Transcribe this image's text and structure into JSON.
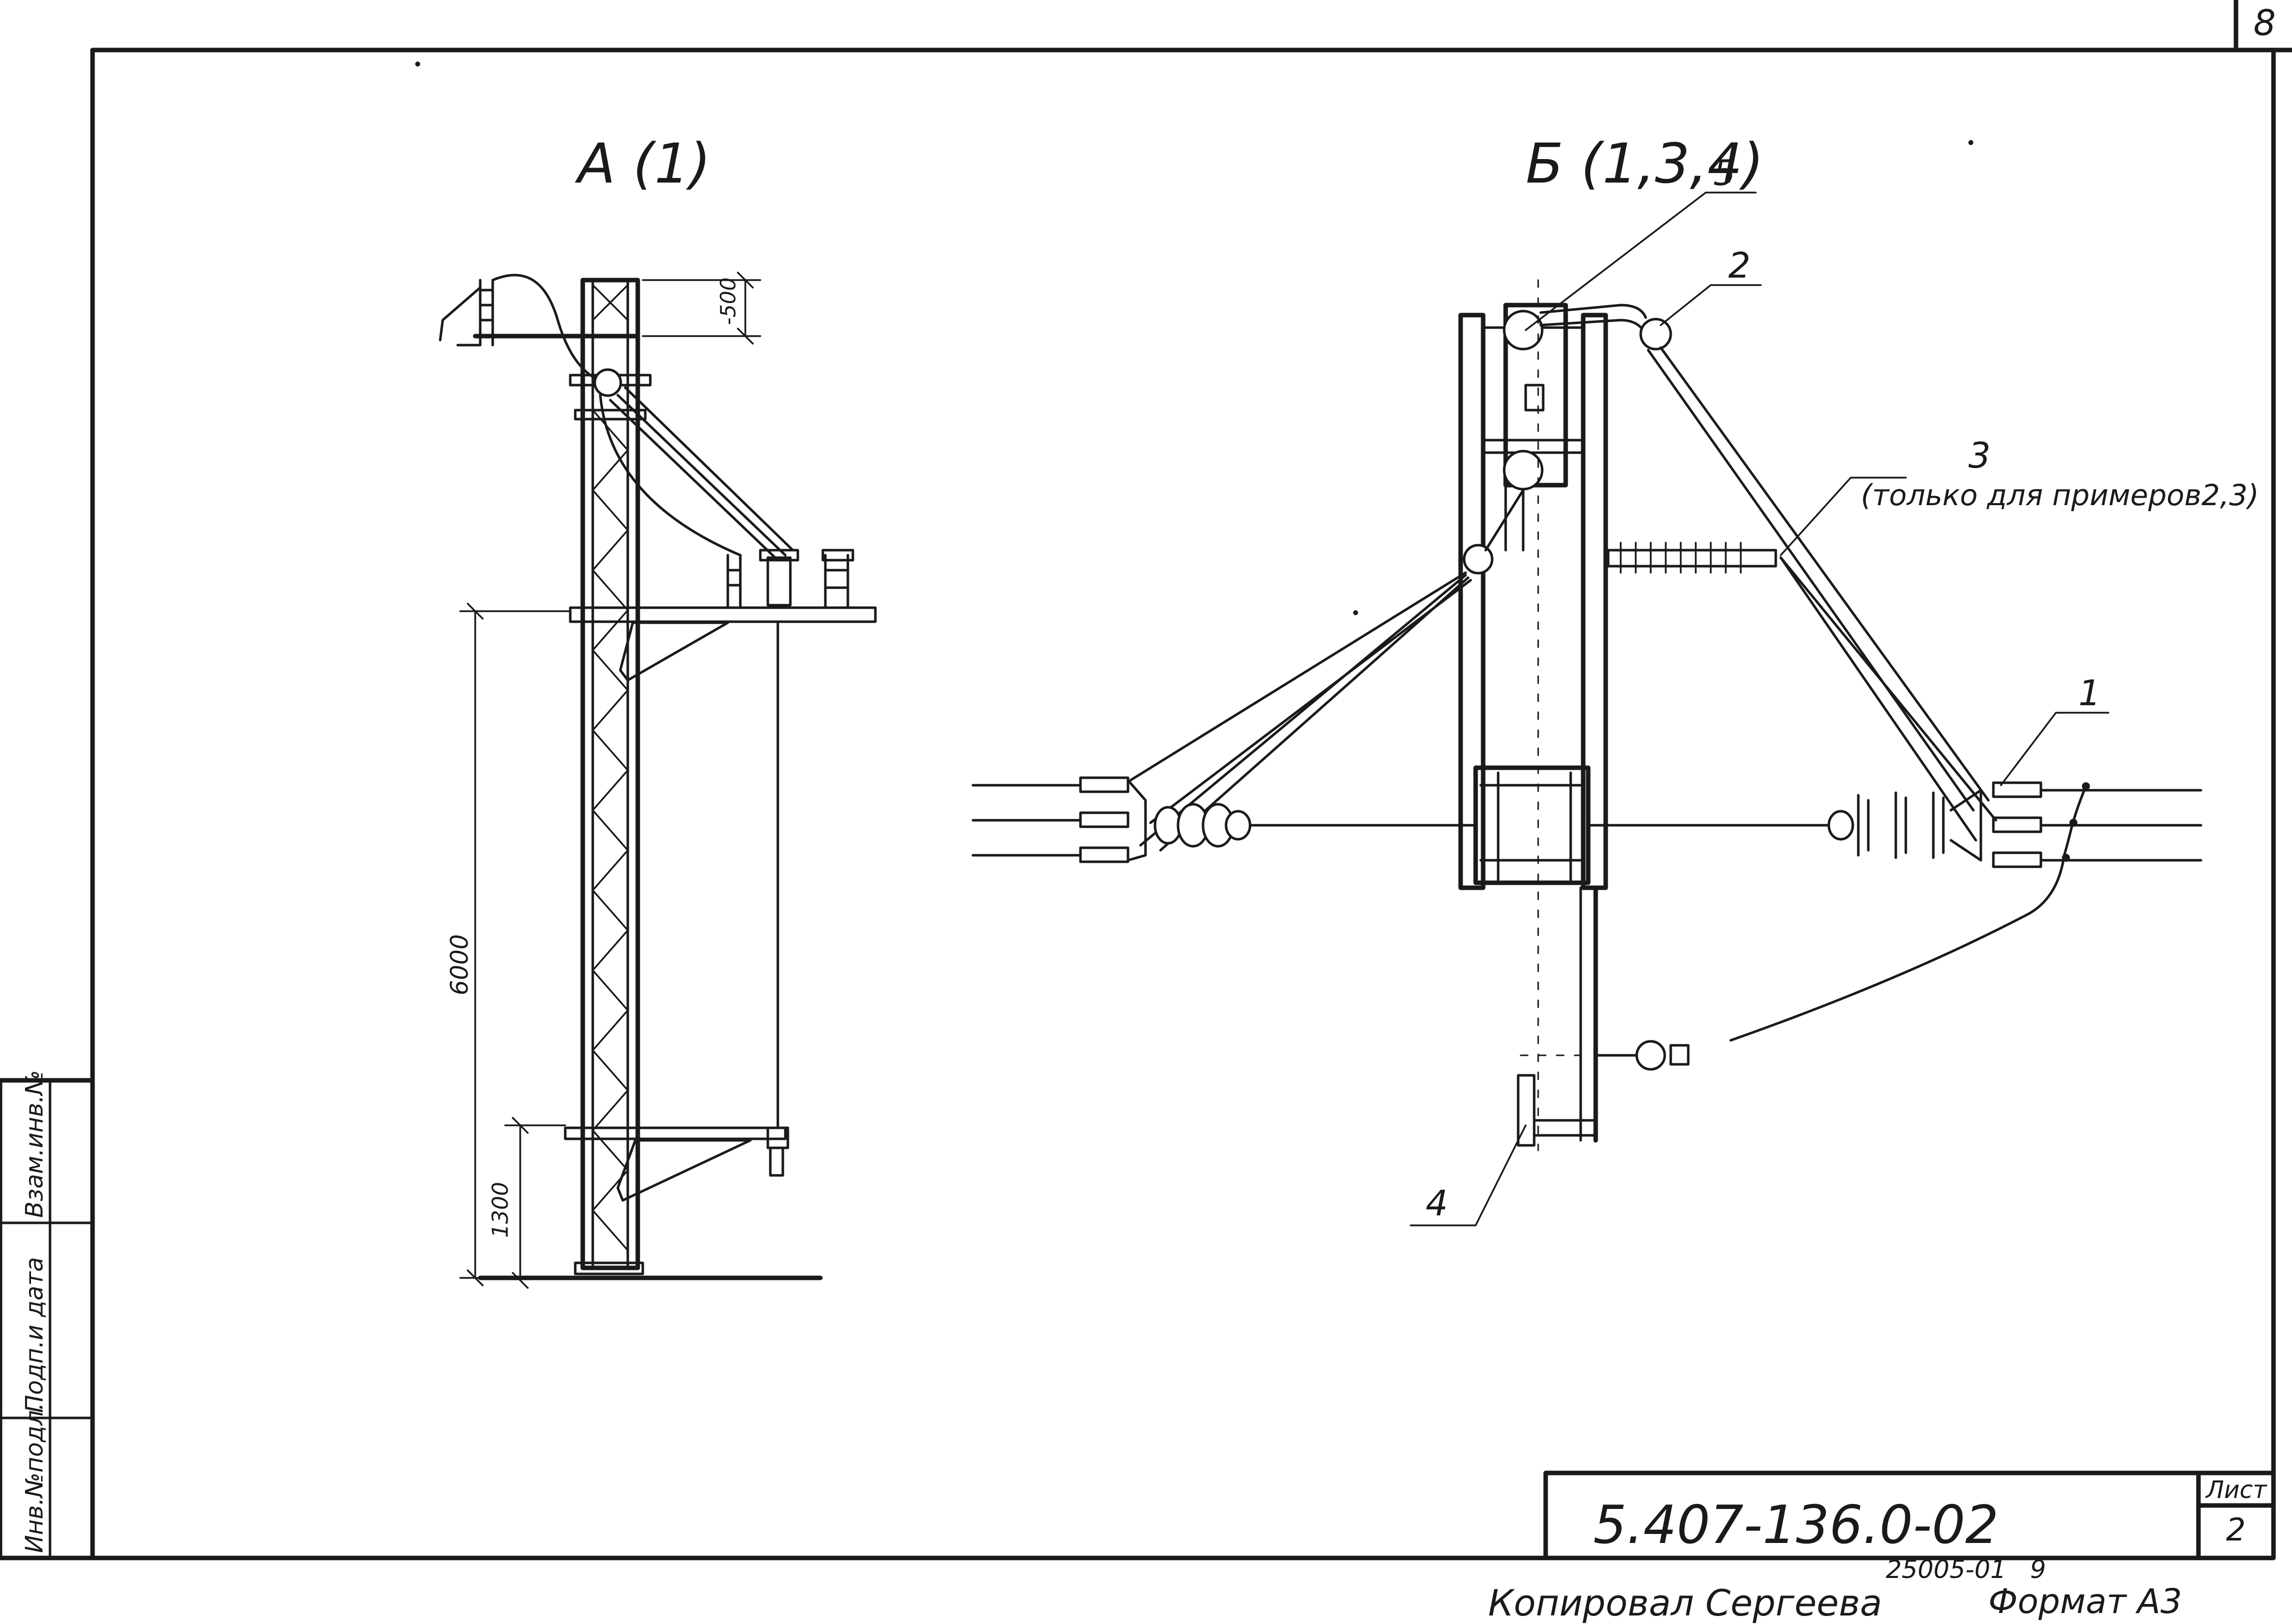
{
  "sheet_corner": "8",
  "view_a": {
    "title": "A (1)",
    "dim_top": "-500",
    "dim_height": "6000",
    "dim_low": "1300"
  },
  "view_b": {
    "title": "Б (1,3,4)",
    "callout_5": "5",
    "callout_2": "2",
    "callout_3": "3",
    "callout_3_note": "(только для примеров2,3)",
    "callout_1": "1",
    "callout_4": "4"
  },
  "side_stamp": {
    "col_1": "Инв.№подл.",
    "col_2": "Подп.и дата",
    "col_3": "Взам.инв.№"
  },
  "title_block": {
    "doc_number": "5.407-136.0-02",
    "sheet_label": "Лист",
    "sheet_number": "2"
  },
  "footer": {
    "copied_by": "Копировал Сергеева",
    "order_number": "25005-01   9",
    "format": "Формат А3"
  }
}
